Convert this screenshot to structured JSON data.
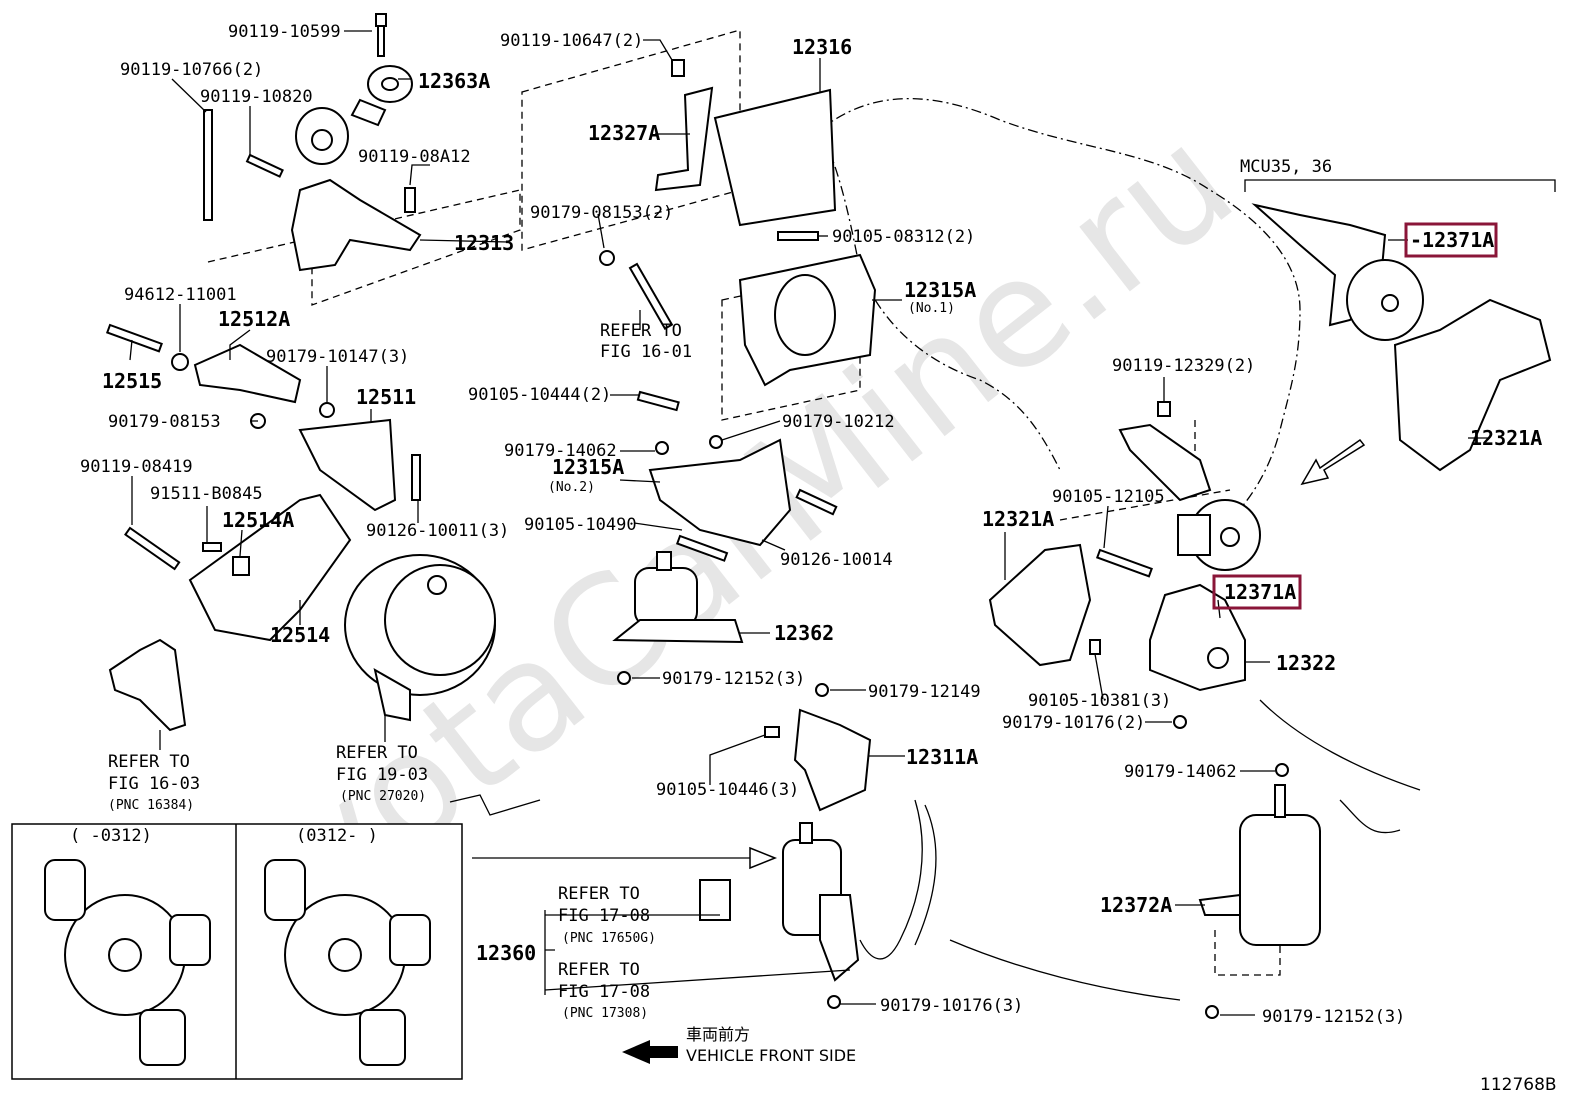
{
  "diagram": {
    "figure_code": "112768B",
    "watermark": "ToyotaCarMine.ru",
    "variant_header": "MCU35, 36",
    "direction_label_jp": "車両前方",
    "direction_label_en": "VEHICLE FRONT SIDE",
    "inset_left_caption": "(     -0312)",
    "inset_right_caption": "(0312-     )",
    "highlighted_part": "12371A",
    "labels": {
      "p90119_10599": "90119-10599",
      "p90119_10647": "90119-10647(2)",
      "p12316": "12316",
      "p90119_10766": "90119-10766(2)",
      "p12363A": "12363A",
      "p90119_10820": "90119-10820",
      "p12327A": "12327A",
      "p90119_08A12": "90119-08A12",
      "p90179_08153_2": "90179-08153(2)",
      "p12313": "12313",
      "p90105_08312": "90105-08312(2)",
      "p12371A_top": "-12371A",
      "p94612_11001": "94612-11001",
      "p12315A_1": "12315A",
      "p12315A_1_sub": "(No.1)",
      "p12512A": "12512A",
      "refer_16_01_a": "REFER TO",
      "refer_16_01_b": "FIG 16-01",
      "p90179_10147": "90179-10147(3)",
      "p12515": "12515",
      "p90105_10444": "90105-10444(2)",
      "p12511": "12511",
      "p90119_12329": "90119-12329(2)",
      "p90179_08153": "90179-08153",
      "p90179_10212": "90179-10212",
      "p12321A_right": "12321A",
      "p90179_14062_a": "90179-14062",
      "p12315A_2": "12315A",
      "p12315A_2_sub": "(No.2)",
      "p90119_08419": "90119-08419",
      "p91511_B0845": "91511-B0845",
      "p90105_12105": "90105-12105",
      "p12514A": "12514A",
      "p90126_10011": "90126-10011(3)",
      "p90105_10490": "90105-10490",
      "p12321A_left": "12321A",
      "p90126_10014": "90126-10014",
      "p12371A_mid": "12371A",
      "p12514": "12514",
      "p12362": "12362",
      "p12322": "12322",
      "p90179_12152_3": "90179-12152(3)",
      "p90179_12149": "90179-12149",
      "p90105_10381": "90105-10381(3)",
      "p90179_10176_2": "90179-10176(2)",
      "refer_16_03_a": "REFER TO",
      "refer_16_03_b": "FIG 16-03",
      "refer_16_03_c": "(PNC 16384)",
      "refer_19_03_a": "REFER TO",
      "refer_19_03_b": "FIG 19-03",
      "refer_19_03_c": "(PNC 27020)",
      "p12311A": "12311A",
      "p90179_14062_b": "90179-14062",
      "p90105_10446": "90105-10446(3)",
      "refer_17_08a_a": "REFER TO",
      "refer_17_08a_b": "FIG 17-08",
      "refer_17_08a_c": "(PNC 17650G)",
      "p12372A": "12372A",
      "p12360": "12360",
      "refer_17_08b_a": "REFER TO",
      "refer_17_08b_b": "FIG 17-08",
      "refer_17_08b_c": "(PNC 17308)",
      "p90179_10176_3": "90179-10176(3)",
      "p90179_12152_3b": "90179-12152(3)"
    }
  }
}
